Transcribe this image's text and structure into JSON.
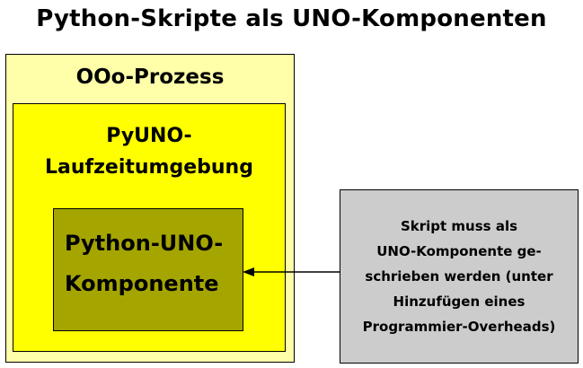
{
  "title": "Python-Skripte als UNO-Komponenten",
  "diagram": {
    "outer_box": {
      "label": "OOo-Prozess",
      "bg_color": "#ffffaa",
      "border_color": "#000000"
    },
    "runtime_box": {
      "lines": [
        "PyUNO-",
        "Laufzeitumgebung"
      ],
      "bg_color": "#ffff00",
      "border_color": "#000000"
    },
    "component_box": {
      "lines": [
        "Python-UNO-",
        "Komponente"
      ],
      "bg_color": "#a5a500",
      "border_color": "#000000"
    },
    "note_box": {
      "lines": [
        "Skript muss als",
        "UNO-Komponente ge-",
        "schrieben werden (unter",
        "Hinzufügen eines",
        "Programmier-Overheads)"
      ],
      "bg_color": "#cccccc",
      "border_color": "#000000"
    },
    "arrow": {
      "direction": "left",
      "from": "note_box",
      "to": "component_box",
      "color": "#000000"
    }
  }
}
